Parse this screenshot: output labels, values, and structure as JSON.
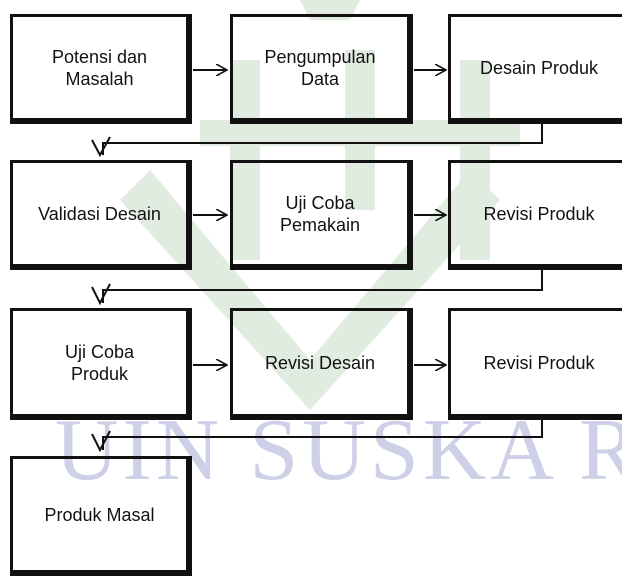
{
  "watermark": {
    "text": "UIN SUSKA R",
    "color": "#cdd0e6",
    "emblem_color": "#e1ece0"
  },
  "diagram": {
    "rows": [
      [
        "Potensi dan\nMasalah",
        "Pengumpulan\nData",
        "Desain Produk"
      ],
      [
        "Validasi Desain",
        "Uji Coba\nPemakain",
        "Revisi Produk"
      ],
      [
        "Uji Coba\nProduk",
        "Revisi Desain",
        "Revisi Produk"
      ],
      [
        "Produk Masal"
      ]
    ]
  }
}
